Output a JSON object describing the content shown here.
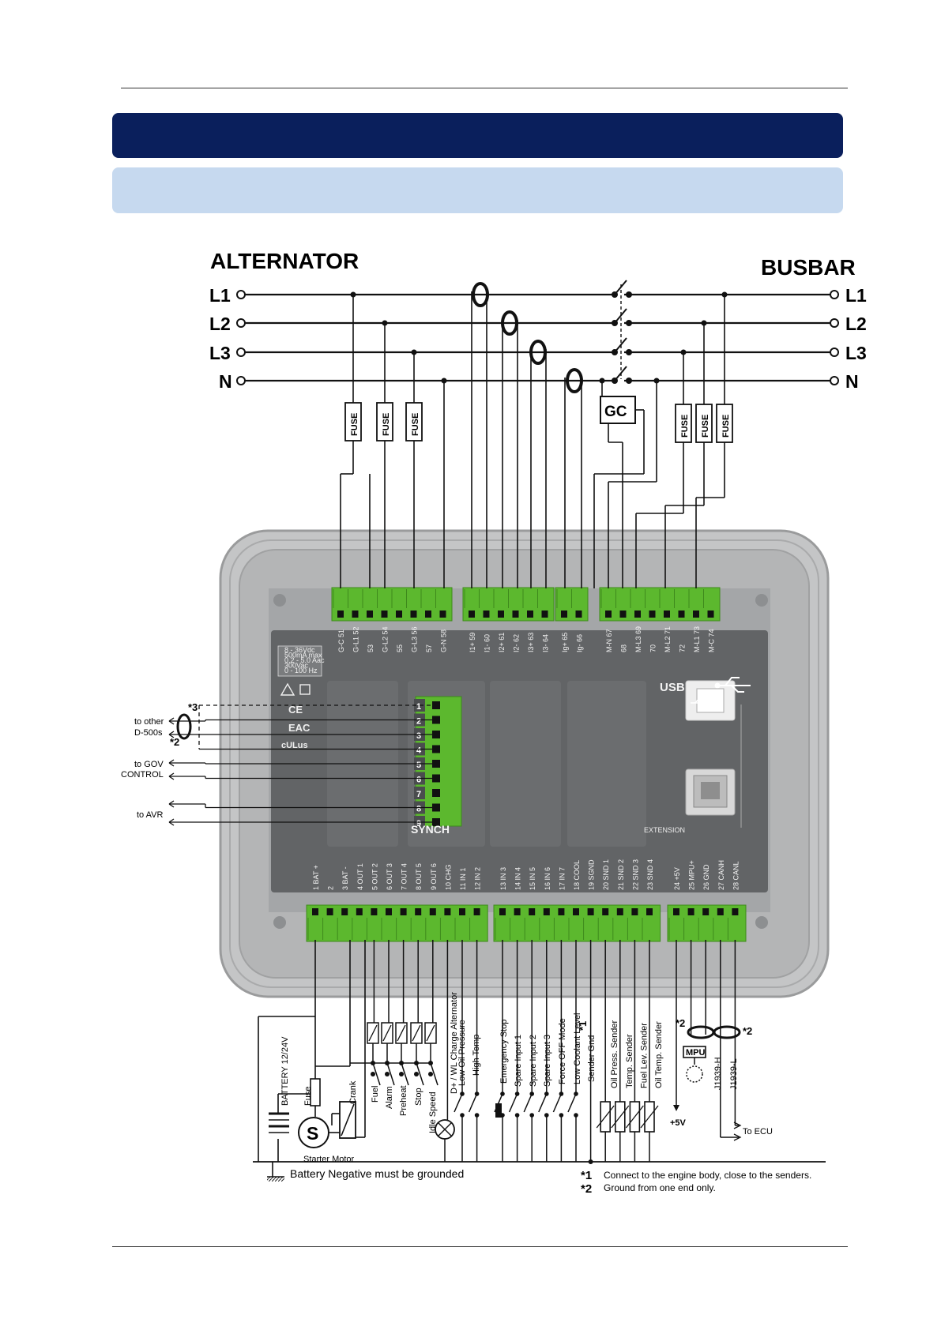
{
  "header": {
    "band_color": "#0a1f5c",
    "subband_color": "#c6d9ef"
  },
  "diagram": {
    "alternator": "ALTERNATOR",
    "busbar": "BUSBAR",
    "phases_left": [
      "L1",
      "L2",
      "L3",
      "N"
    ],
    "phases_right": [
      "L1",
      "L2",
      "L3",
      "N"
    ],
    "fuse": "FUSE",
    "gc": "GC",
    "top_terminals": [
      "G-C 51",
      "G-L1 52",
      "53",
      "G-L2 54",
      "55",
      "G-L3 56",
      "57",
      "G-N 58",
      "I1+ 59",
      "I1- 60",
      "I2+ 61",
      "I2- 62",
      "I3+ 63",
      "I3- 64",
      "Ig+ 65",
      "Ig- 66",
      "M-N 67",
      "68",
      "M-L3 69",
      "70",
      "M-L2 71",
      "72",
      "M-L1 73",
      "M-C 74"
    ],
    "bottom_terminals": [
      "1 BAT +",
      "2",
      "3 BAT -",
      "4 OUT 1",
      "5 OUT 2",
      "6 OUT 3",
      "7 OUT 4",
      "8 OUT 5",
      "9 OUT 6",
      "10 CHG",
      "11 IN 1",
      "12 IN 2",
      "13 IN 3",
      "14 IN 4",
      "15 IN 5",
      "16 IN 6",
      "17 IN 7",
      "18 COOL",
      "19 SGND",
      "20 SND 1",
      "21 SND 2",
      "22 SND 3",
      "23 SND 4",
      "24 +5V",
      "25 MPU+",
      "26 GND",
      "27 CANH",
      "28 CANL"
    ],
    "synch_label": "SYNCH",
    "synch_numbers": [
      "1",
      "2",
      "3",
      "4",
      "5",
      "6",
      "7",
      "8",
      "9"
    ],
    "usb_label": "USB",
    "extension_label": "EXTENSION",
    "rating_lines": [
      "8 - 36Vdc",
      "500mA max",
      "0.2 - 5.0 Aac",
      "300Vac",
      "0 - 100 Hz"
    ],
    "cert_marks": [
      "CE",
      "EAC",
      "cULus"
    ],
    "left_labels": [
      "to other",
      "D-500s",
      "to GOV",
      "CONTROL",
      "to AVR"
    ],
    "star3": "*3",
    "star2": "*2",
    "bottom_labels": [
      "Fuel",
      "Alarm",
      "Preheat",
      "Stop",
      "Idle Speed",
      "D+ / WL  Charge Alternator",
      "Low Oil Pressure",
      "High Temp",
      "Emergency Stop",
      "Spare Input 1",
      "Spare Input 2",
      "Spare Input 3",
      "Force OFF Mode",
      "Low Coolant Level",
      "Sender Gnd",
      "Oil Press. Sender",
      "Temp. Sender",
      "Fuel Lev. Sender",
      "Oil Temp. Sender"
    ],
    "battery": "BATTERY 12/24V",
    "fuse_small": "Fuse",
    "crank": "Crank",
    "starter_motor": "Starter Motor",
    "starter_symbol": "S",
    "plus5v": "+5V",
    "mpu": "MPU",
    "j1939h": "J1939-H",
    "j1939l": "J1939-L",
    "to_ecu": "To ECU",
    "battery_negative": "Battery Negative must be grounded",
    "star1": "*1",
    "note1": "Connect to the engine body, close to the senders.",
    "note2": "Ground from one end only."
  },
  "colors": {
    "terminal_green": "#5cb82e",
    "panel_gray": "#5f6264",
    "body_gray": "#b6b7b8",
    "label_gray": "#e8e8e8"
  }
}
